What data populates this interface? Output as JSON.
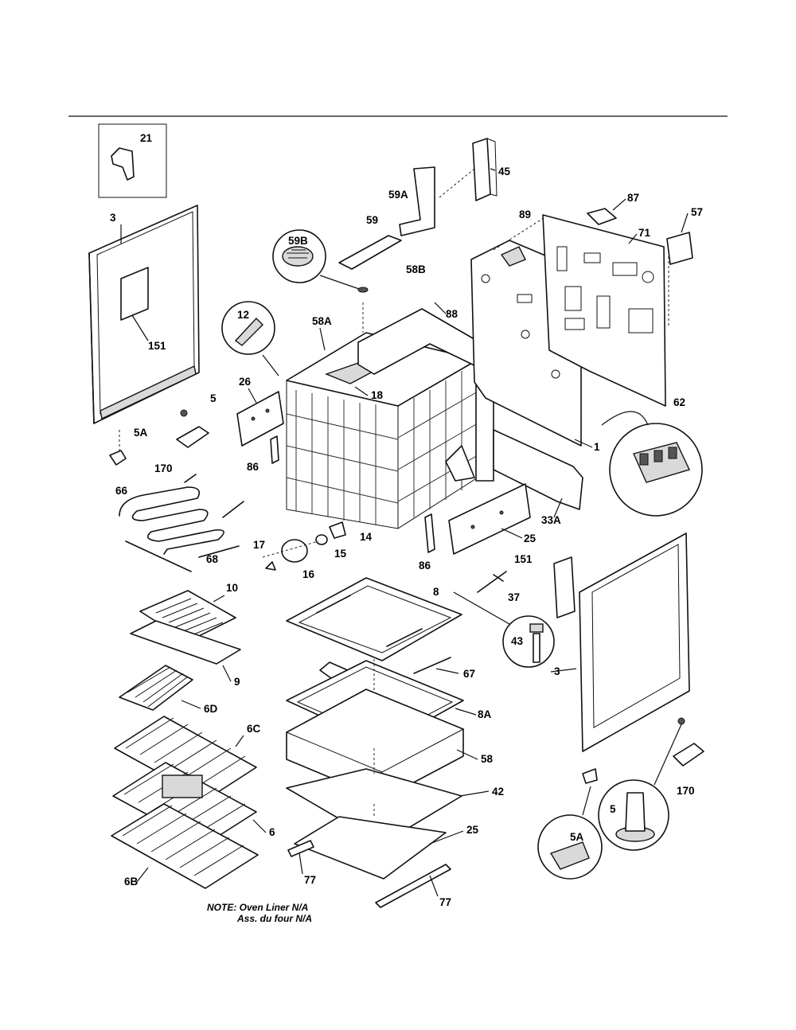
{
  "diagram_title": "",
  "callouts": [
    {
      "id": "c21",
      "text": "21"
    },
    {
      "id": "c45",
      "text": "45"
    },
    {
      "id": "c59A",
      "text": "59A"
    },
    {
      "id": "c87",
      "text": "87"
    },
    {
      "id": "c3a",
      "text": "3"
    },
    {
      "id": "c59",
      "text": "59"
    },
    {
      "id": "c89",
      "text": "89"
    },
    {
      "id": "c71",
      "text": "71"
    },
    {
      "id": "c57",
      "text": "57"
    },
    {
      "id": "c59B",
      "text": "59B"
    },
    {
      "id": "c58B",
      "text": "58B"
    },
    {
      "id": "c88",
      "text": "88"
    },
    {
      "id": "c12",
      "text": "12"
    },
    {
      "id": "c58A",
      "text": "58A"
    },
    {
      "id": "c151a",
      "text": "151"
    },
    {
      "id": "c18",
      "text": "18"
    },
    {
      "id": "c26",
      "text": "26"
    },
    {
      "id": "c5a",
      "text": "5"
    },
    {
      "id": "c62",
      "text": "62"
    },
    {
      "id": "c5Aa",
      "text": "5A"
    },
    {
      "id": "c1",
      "text": "1"
    },
    {
      "id": "c170a",
      "text": "170"
    },
    {
      "id": "c86a",
      "text": "86"
    },
    {
      "id": "c33A",
      "text": "33A"
    },
    {
      "id": "c66",
      "text": "66"
    },
    {
      "id": "c14",
      "text": "14"
    },
    {
      "id": "c25a",
      "text": "25"
    },
    {
      "id": "c17",
      "text": "17"
    },
    {
      "id": "c15",
      "text": "15"
    },
    {
      "id": "c68",
      "text": "68"
    },
    {
      "id": "c16",
      "text": "16"
    },
    {
      "id": "c86b",
      "text": "86"
    },
    {
      "id": "c151b",
      "text": "151"
    },
    {
      "id": "c10",
      "text": "10"
    },
    {
      "id": "c8",
      "text": "8"
    },
    {
      "id": "c37",
      "text": "37"
    },
    {
      "id": "c43",
      "text": "43"
    },
    {
      "id": "c9",
      "text": "9"
    },
    {
      "id": "c67",
      "text": "67"
    },
    {
      "id": "c3b",
      "text": "3"
    },
    {
      "id": "c6D",
      "text": "6D"
    },
    {
      "id": "c8A",
      "text": "8A"
    },
    {
      "id": "c6C",
      "text": "6C"
    },
    {
      "id": "c58",
      "text": "58"
    },
    {
      "id": "c42",
      "text": "42"
    },
    {
      "id": "c170b",
      "text": "170"
    },
    {
      "id": "c5b",
      "text": "5"
    },
    {
      "id": "c6",
      "text": "6"
    },
    {
      "id": "c25b",
      "text": "25"
    },
    {
      "id": "c5Ab",
      "text": "5A"
    },
    {
      "id": "c6B",
      "text": "6B"
    },
    {
      "id": "c77a",
      "text": "77"
    },
    {
      "id": "c77b",
      "text": "77"
    }
  ],
  "note": {
    "line1": "NOTE: Oven Liner N/A",
    "line2": "Ass. du four N/A"
  }
}
